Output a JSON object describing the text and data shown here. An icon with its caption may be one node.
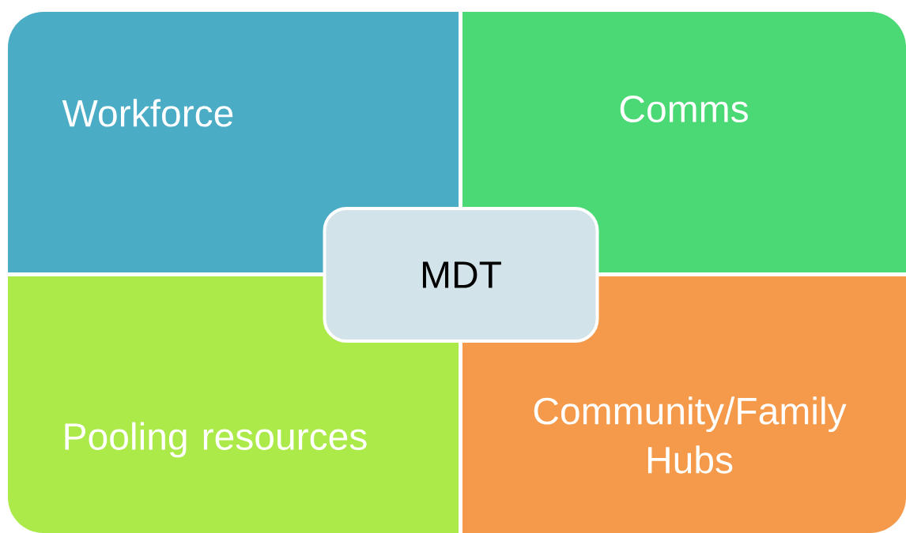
{
  "diagram": {
    "nodes": [
      {
        "text": [
          "Workforce"
        ]
      },
      {
        "text": [
          "Comms"
        ]
      },
      {
        "text": [
          "Pooling resources"
        ]
      },
      {
        "text": [
          "Community/Family Hubs"
        ]
      },
      {
        "text": [
          "MDT"
        ]
      }
    ]
  }
}
